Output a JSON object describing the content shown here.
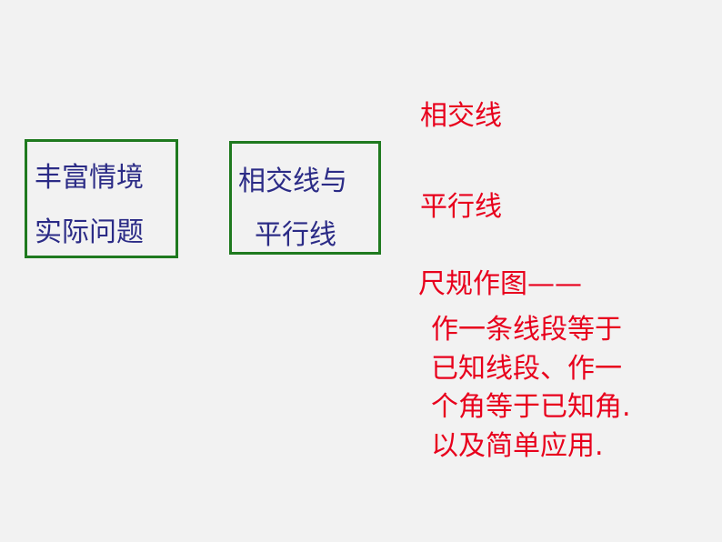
{
  "box1": {
    "line1": "丰富情境",
    "line2": "实际问题"
  },
  "box2": {
    "line1": "相交线与",
    "line2": "平行线"
  },
  "right": {
    "item1": "相交线",
    "item2": "平行线",
    "item3": "尺规作图——",
    "desc": [
      "作一条线段等于",
      "已知线段、作一",
      "个角等于已知角.",
      "以及简单应用."
    ]
  },
  "colors": {
    "box_border": "#1f7a1f",
    "box_text": "#2b2b86",
    "red_text": "#e8001c",
    "background": "#f2f2f2"
  }
}
